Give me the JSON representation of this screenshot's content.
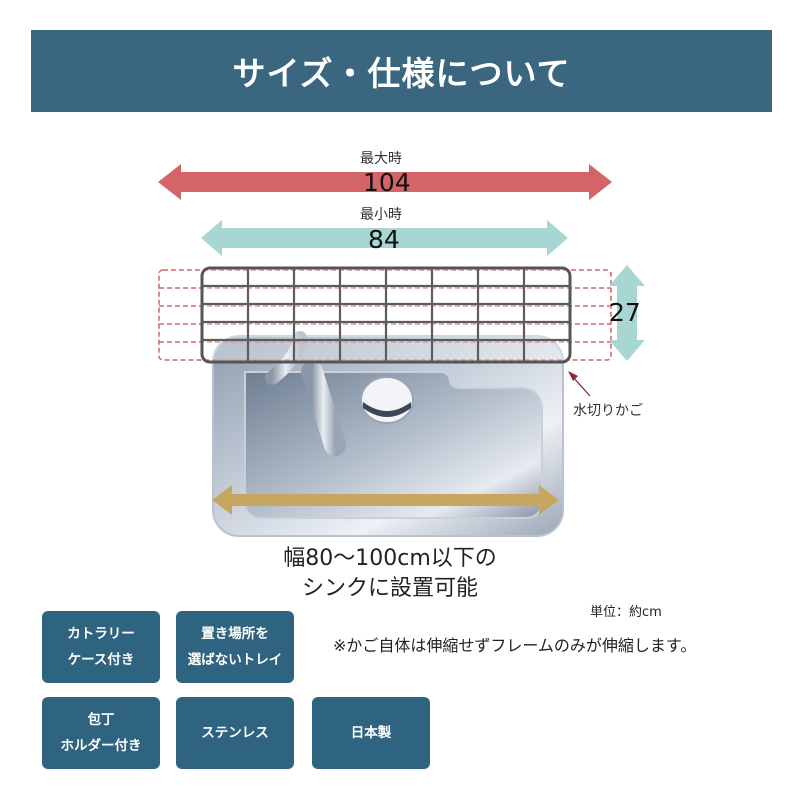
{
  "header": {
    "title": "サイズ・仕様について"
  },
  "diagram": {
    "max_label": "最大時",
    "max_value": "104",
    "min_label": "最小時",
    "min_value": "84",
    "height_value": "27",
    "rack_label": "水切りかご",
    "caption_line1": "幅80〜100cm以下の",
    "caption_line2": "シンクに設置可能",
    "colors": {
      "max_arrow": "#d46467",
      "min_arrow": "#a8d6d2",
      "width_arrow": "#c7a760",
      "height_arrow": "#a8d6d2",
      "frame": "#555555",
      "dashed": "#d46467"
    }
  },
  "unit_label": "単位：約cm",
  "note": "※かご自体は伸縮せずフレームのみが伸縮します。",
  "features": [
    {
      "line1": "カトラリー",
      "line2": "ケース付き"
    },
    {
      "line1": "置き場所を",
      "line2": "選ばないトレイ"
    },
    {
      "line1": "包丁",
      "line2": "ホルダー付き"
    },
    {
      "line1": "ステンレス",
      "line2": ""
    },
    {
      "line1": "日本製",
      "line2": ""
    }
  ],
  "badge_color": "#2f6480"
}
